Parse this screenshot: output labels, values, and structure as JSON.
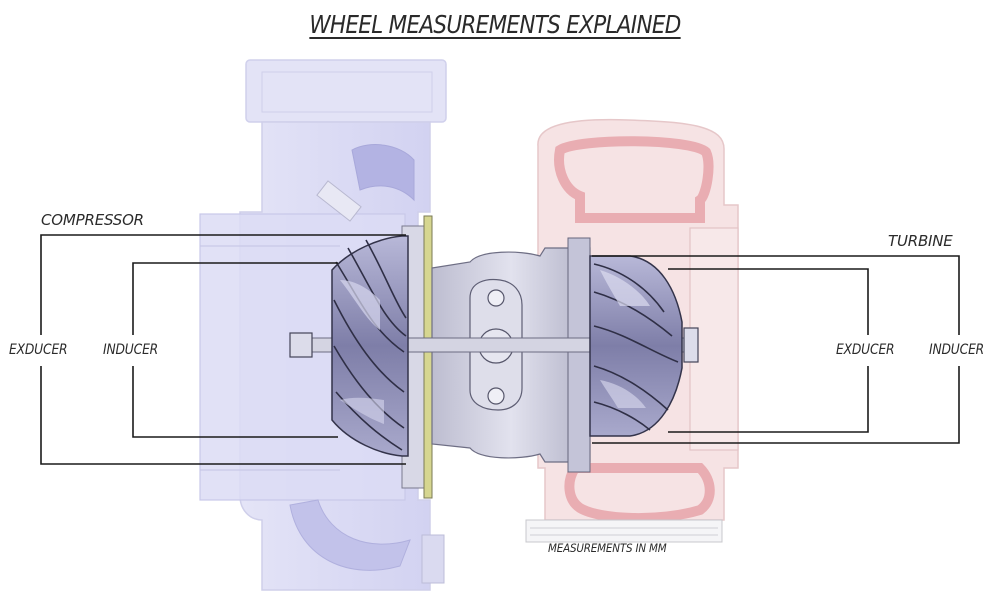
{
  "title": "WHEEL MEASUREMENTS EXPLAINED",
  "labels": {
    "compressor": "COMPRESSOR",
    "turbine": "TURBINE",
    "exducer_left": "EXDUCER",
    "inducer_left": "INDUCER",
    "exducer_right": "EXDUCER",
    "inducer_right": "INDUCER",
    "footnote": "MEASUREMENTS IN MM"
  },
  "colors": {
    "compressor_housing": "#d8d8f4",
    "compressor_housing_dark": "#b9b9e6",
    "turbine_housing": "#f4d8d8",
    "turbine_housing_dark": "#eab5b7",
    "wheel": "#8f8fb6",
    "wheel_dark": "#4a4a6a",
    "center_housing": "#c9c9d9",
    "bracket_line": "#1a1a1a"
  }
}
